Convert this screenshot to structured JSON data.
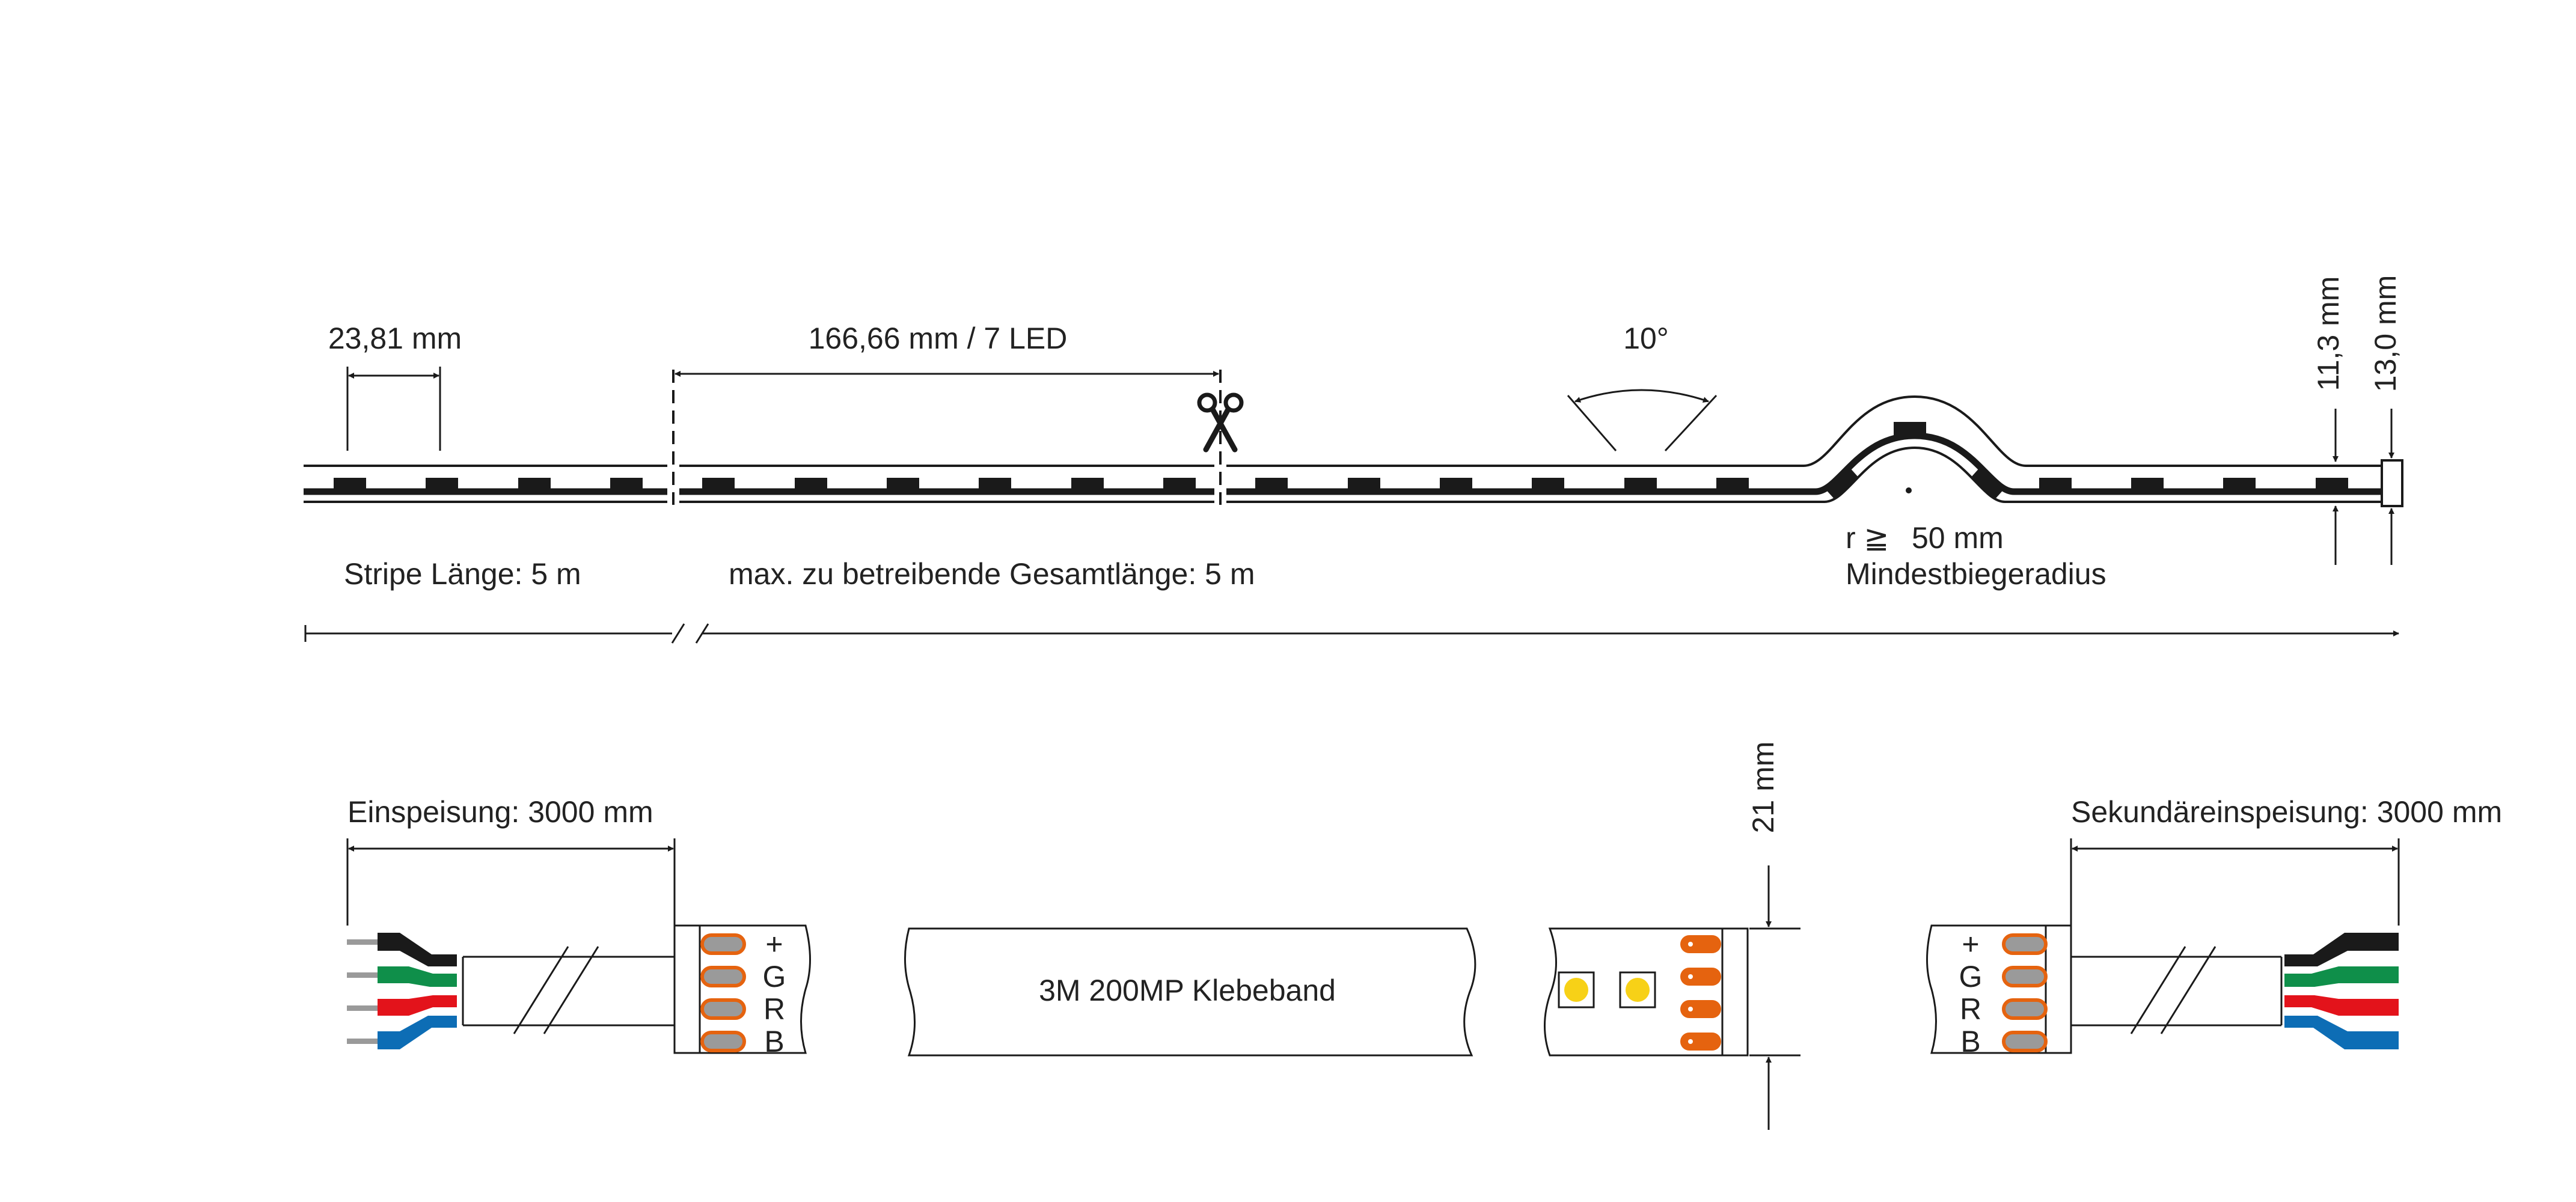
{
  "top_strip": {
    "dim_pitch": "23,81 mm",
    "dim_segment": "166,66 mm / 7 LED",
    "dim_angle": "10°",
    "dim_height_1": "11,3 mm",
    "dim_height_2": "13,0 mm",
    "radius_symbol": "r ≧",
    "radius_value": "50 mm",
    "radius_caption": "Mindestbiegeradius",
    "stripe_length": "Stripe Länge:  5 m",
    "max_total_length": "max. zu betreibende Gesamtlänge:  5 m"
  },
  "bottom_row": {
    "feed_label": "Einspeisung: 3000 mm",
    "secondary_feed_label": "Sekundäreinspeisung: 3000 mm",
    "tape_label": "3M 200MP Klebeband",
    "width_label": "21 mm",
    "pin_labels": [
      "+",
      "G",
      "R",
      "B"
    ]
  },
  "colors": {
    "line": "#1a1a1a",
    "wire_black": "#1a1a1a",
    "wire_green": "#0f8f4a",
    "wire_red": "#e3131b",
    "wire_blue": "#0d6db5",
    "pad_orange": "#e5630f",
    "pad_grey": "#9a9a9a",
    "led_yellow": "#f7d117"
  },
  "icons": [
    "scissors-icon"
  ]
}
